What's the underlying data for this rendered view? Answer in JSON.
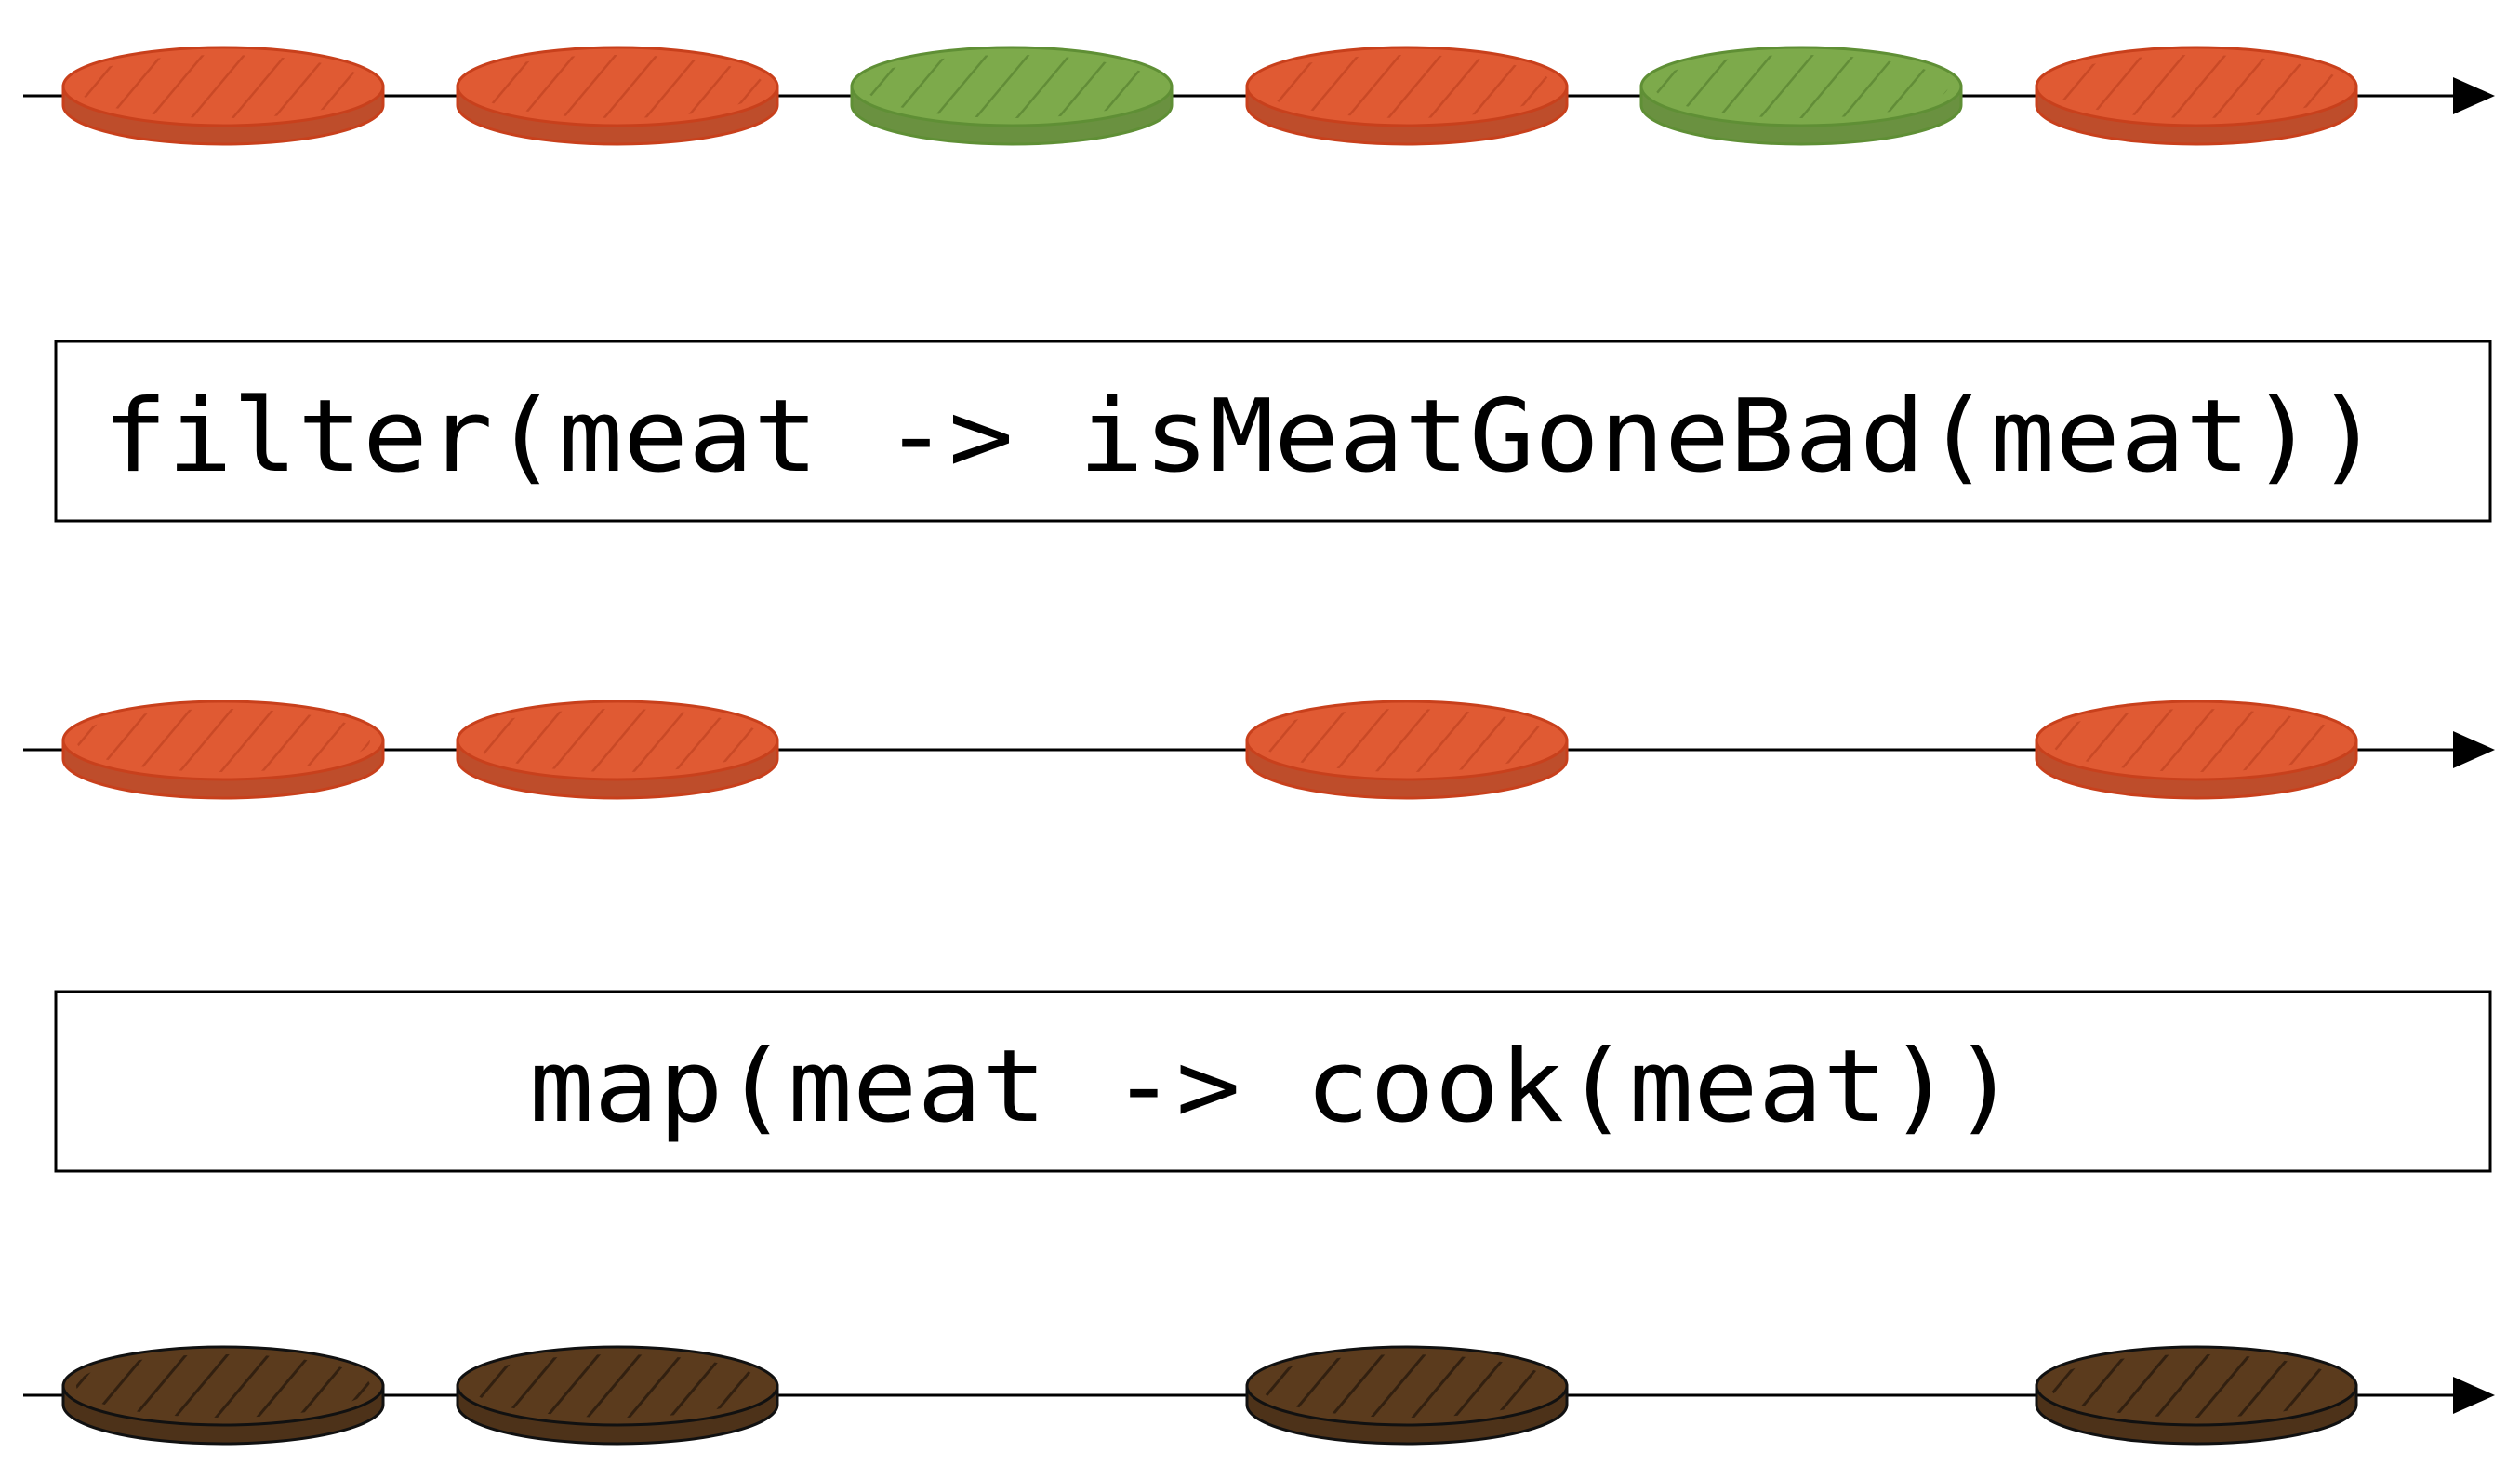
{
  "colors": {
    "raw": "#e05a33",
    "spoiled": "#7daa4b",
    "cooked": "#5b3b1d",
    "line": "#000000",
    "box_stroke": "#000000"
  },
  "streams": [
    {
      "id": "input",
      "items": [
        {
          "slot": 0,
          "state": "raw"
        },
        {
          "slot": 1,
          "state": "raw"
        },
        {
          "slot": 2,
          "state": "spoiled"
        },
        {
          "slot": 3,
          "state": "raw"
        },
        {
          "slot": 4,
          "state": "spoiled"
        },
        {
          "slot": 5,
          "state": "raw"
        }
      ]
    },
    {
      "id": "after-filter",
      "items": [
        {
          "slot": 0,
          "state": "raw"
        },
        {
          "slot": 1,
          "state": "raw"
        },
        {
          "slot": 3,
          "state": "raw"
        },
        {
          "slot": 5,
          "state": "raw"
        }
      ]
    },
    {
      "id": "after-map",
      "items": [
        {
          "slot": 0,
          "state": "cooked"
        },
        {
          "slot": 1,
          "state": "cooked"
        },
        {
          "slot": 3,
          "state": "cooked"
        },
        {
          "slot": 5,
          "state": "cooked"
        }
      ]
    }
  ],
  "operators": {
    "filter": {
      "label": "filter(meat -> isMeatGoneBad(meat))"
    },
    "map": {
      "label": "map(meat -> cook(meat))"
    }
  }
}
